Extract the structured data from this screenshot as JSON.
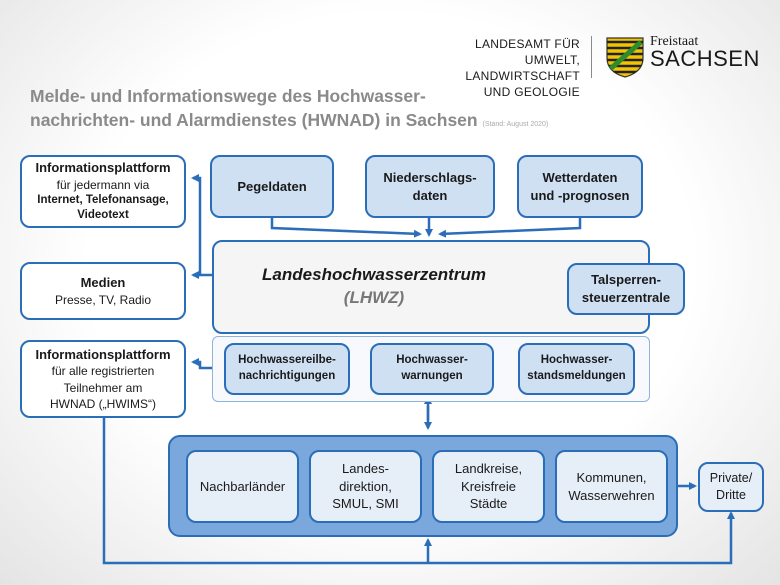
{
  "header": {
    "agency": [
      "LANDESAMT FÜR UMWELT,",
      "LANDWIRTSCHAFT",
      "UND GEOLOGIE"
    ],
    "state_small": "Freistaat",
    "state_big": "SACHSEN"
  },
  "title": {
    "line1": "Melde- und Informationswege des Hochwasser-",
    "line2": "nachrichten- und Alarmdienstes (HWNAD) in Sachsen",
    "stand": "(Stand: August 2020)"
  },
  "left": {
    "info1": {
      "title": "Informationsplattform",
      "line1": "für jedermann via",
      "line2": "Internet, Telefonansage,",
      "line3": "Videotext"
    },
    "medien": {
      "title": "Medien",
      "line1": "Presse, TV, Radio"
    },
    "info2": {
      "title": "Informationsplattform",
      "line1": "für alle registrierten",
      "line2": "Teilnehmer am",
      "line3": "HWNAD („HWIMS“)"
    }
  },
  "sources": [
    "Pegeldaten",
    "Niederschlags-\ndaten",
    "Wetterdaten\nund -prognosen"
  ],
  "lhwz": {
    "name": "Landeshochwasserzentrum",
    "abbr": "(LHWZ)"
  },
  "talsperren": "Talsperren-\nsteuerzentrale",
  "outputs": [
    "Hochwassereilbe-\nnachrichtigungen",
    "Hochwasser-\nwarnungen",
    "Hochwasser-\nstandsmeldungen"
  ],
  "recipients": [
    "Nachbarländer",
    "Landes-\ndirektion,\nSMUL, SMI",
    "Landkreise,\nKreisfreie\nStädte",
    "Kommunen,\nWasserwehren"
  ],
  "private": "Private/\nDritte",
  "colors": {
    "line": "#2a6db8",
    "box_fill": "#cfe0f3",
    "group_fill": "#7aa8dc"
  }
}
